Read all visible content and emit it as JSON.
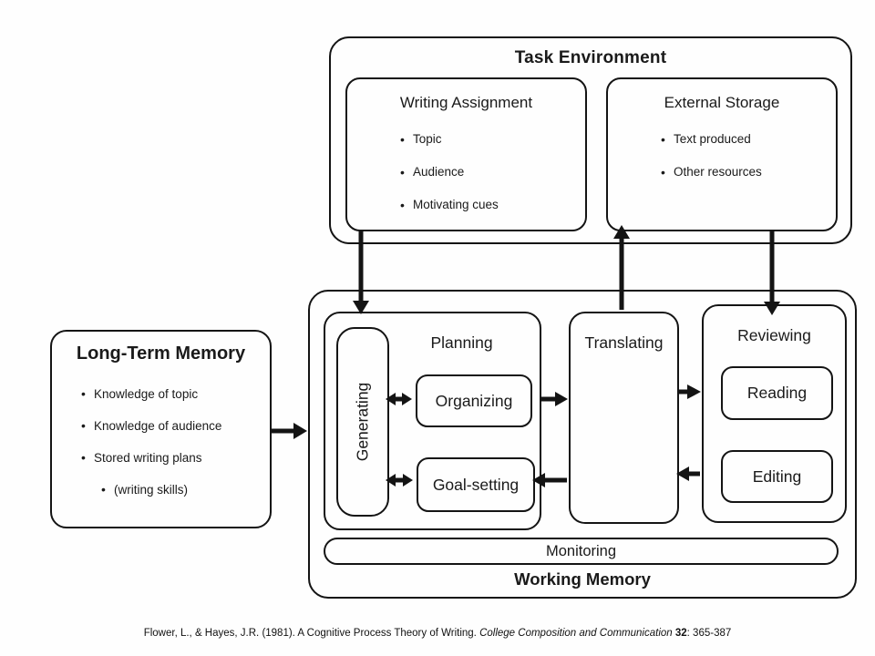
{
  "diagram": {
    "task_environment": {
      "title": "Task Environment",
      "writing_assignment": {
        "title": "Writing Assignment",
        "bullets": [
          "Topic",
          "Audience",
          "Motivating cues"
        ]
      },
      "external_storage": {
        "title": "External Storage",
        "bullets": [
          "Text produced",
          "Other resources"
        ]
      }
    },
    "long_term_memory": {
      "title": "Long-Term Memory",
      "bullets": [
        "Knowledge of topic",
        "Knowledge of audience",
        "Stored writing plans"
      ],
      "sub_bullet": "(writing skills)"
    },
    "working_memory": {
      "title": "Working Memory",
      "planning": {
        "title": "Planning",
        "generating": "Generating",
        "organizing": "Organizing",
        "goal_setting": "Goal-setting"
      },
      "translating": "Translating",
      "reviewing": {
        "title": "Reviewing",
        "reading": "Reading",
        "editing": "Editing"
      },
      "monitoring": "Monitoring"
    },
    "colors": {
      "line": "#141414",
      "text": "#1a1a1a",
      "background": "#fefefe"
    }
  },
  "citation": {
    "prefix": "Flower, L., & Hayes, J.R. (1981). A Cognitive Process Theory of Writing. ",
    "journal": "College Composition and Communication",
    "volume": "32",
    "pages": ": 365-387"
  }
}
